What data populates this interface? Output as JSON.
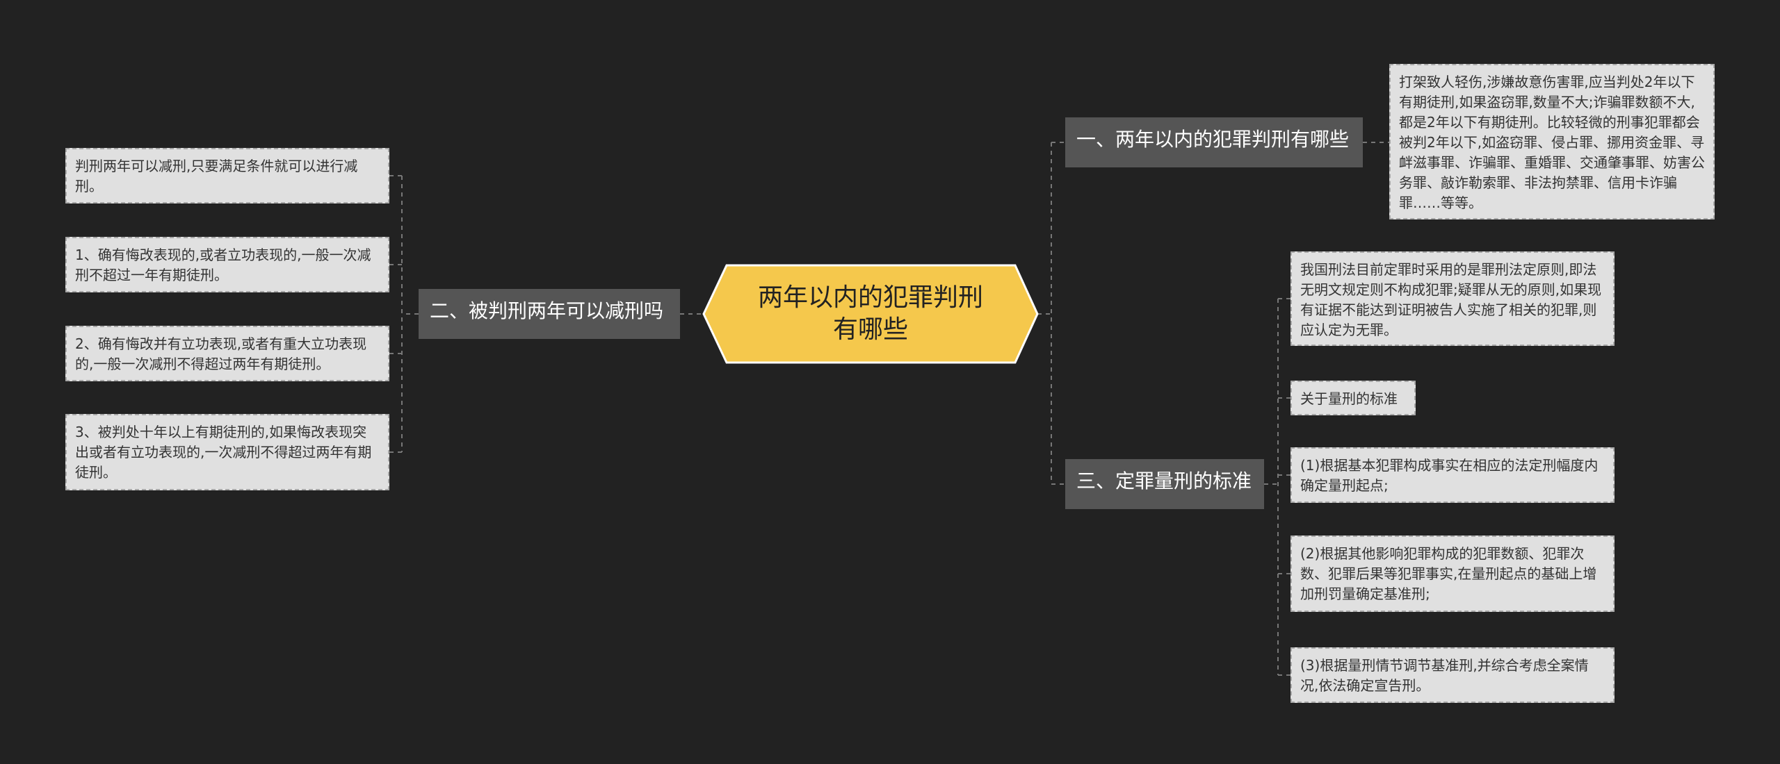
{
  "colors": {
    "background": "#222222",
    "center_fill": "#f5c84c",
    "branch_fill": "#555555",
    "leaf_fill": "#e0e0e0",
    "connector": "#777777"
  },
  "center": {
    "label": "两年以内的犯罪判刑有哪些"
  },
  "branches": [
    {
      "label": "一、两年以内的犯罪判刑有哪些",
      "leaves": [
        "打架致人轻伤,涉嫌故意伤害罪,应当判处2年以下有期徒刑,如果盗窃罪,数量不大;诈骗罪数额不大,都是2年以下有期徒刑。比较轻微的刑事犯罪都会被判2年以下,如盗窃罪、侵占罪、挪用资金罪、寻衅滋事罪、诈骗罪、重婚罪、交通肇事罪、妨害公务罪、敲诈勒索罪、非法拘禁罪、信用卡诈骗罪……等等。"
      ]
    },
    {
      "label": "二、被判刑两年可以减刑吗",
      "leaves": [
        "判刑两年可以减刑,只要满足条件就可以进行减刑。",
        "1、确有悔改表现的,或者立功表现的,一般一次减刑不超过一年有期徒刑。",
        "2、确有悔改并有立功表现,或者有重大立功表现的,一般一次减刑不得超过两年有期徒刑。",
        "3、被判处十年以上有期徒刑的,如果悔改表现突出或者有立功表现的,一次减刑不得超过两年有期徒刑。"
      ]
    },
    {
      "label": "三、定罪量刑的标准",
      "leaves": [
        "我国刑法目前定罪时采用的是罪刑法定原则,即法无明文规定则不构成犯罪;疑罪从无的原则,如果现有证据不能达到证明被告人实施了相关的犯罪,则应认定为无罪。",
        "关于量刑的标准",
        "(1)根据基本犯罪构成事实在相应的法定刑幅度内确定量刑起点;",
        "(2)根据其他影响犯罪构成的犯罪数额、犯罪次数、犯罪后果等犯罪事实,在量刑起点的基础上增加刑罚量确定基准刑;",
        "(3)根据量刑情节调节基准刑,并综合考虑全案情况,依法确定宣告刑。"
      ]
    }
  ]
}
